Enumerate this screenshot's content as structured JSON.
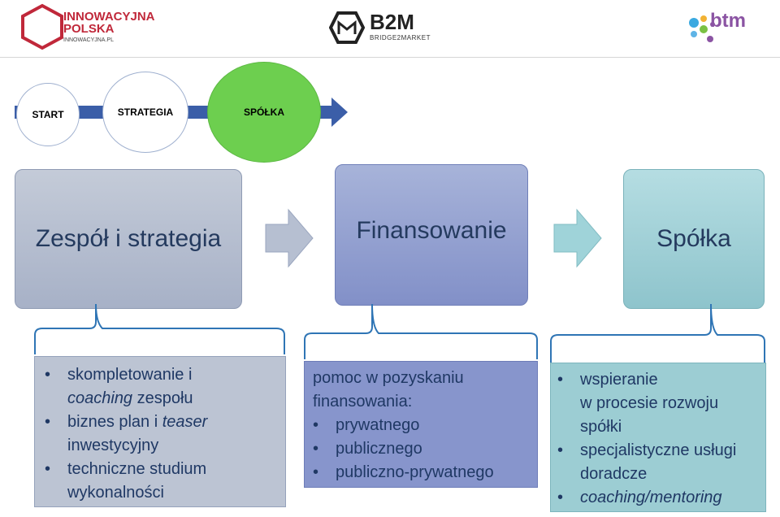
{
  "header": {
    "logo_left": {
      "line1": "INNOWACYJNA",
      "line2": "POLSKA",
      "url": "INNOWACYJNA.PL"
    },
    "logo_center": {
      "name": "B2M",
      "tagline": "BRIDGE2MARKET"
    },
    "logo_right": {
      "name": "btm"
    }
  },
  "progress": {
    "steps": [
      {
        "label": "START"
      },
      {
        "label": "STRATEGIA"
      },
      {
        "label": "SPÓŁKA"
      }
    ]
  },
  "stages": [
    {
      "title": "Zespół i strategia"
    },
    {
      "title": "Finansowanie"
    },
    {
      "title": "Spółka"
    }
  ],
  "details": {
    "d1": {
      "b1_a": "skompletowanie i",
      "b1_b_italic": "coaching",
      "b1_b_rest": " zespołu",
      "b2_a": "biznes plan i ",
      "b2_a_italic": "teaser",
      "b2_b": "inwestycyjny",
      "b3_a": "techniczne studium",
      "b3_b": "wykonalności"
    },
    "d2": {
      "intro_a": "pomoc w pozyskaniu",
      "intro_b": "finansowania:",
      "items": [
        "prywatnego",
        "publicznego",
        "publiczno-prywatnego"
      ]
    },
    "d3": {
      "b1_a": "wspieranie",
      "b1_b": "w procesie rozwoju",
      "b1_c": "spółki",
      "b2_a": "specjalistyczne usługi",
      "b2_b": "doradcze",
      "b3_italic": "coaching/mentoring"
    }
  },
  "colors": {
    "brand_red": "#c0283a",
    "circle_active": "#6dcf4f",
    "arrow_blue": "#3b5ea8",
    "text_dark": "#1f3864"
  }
}
